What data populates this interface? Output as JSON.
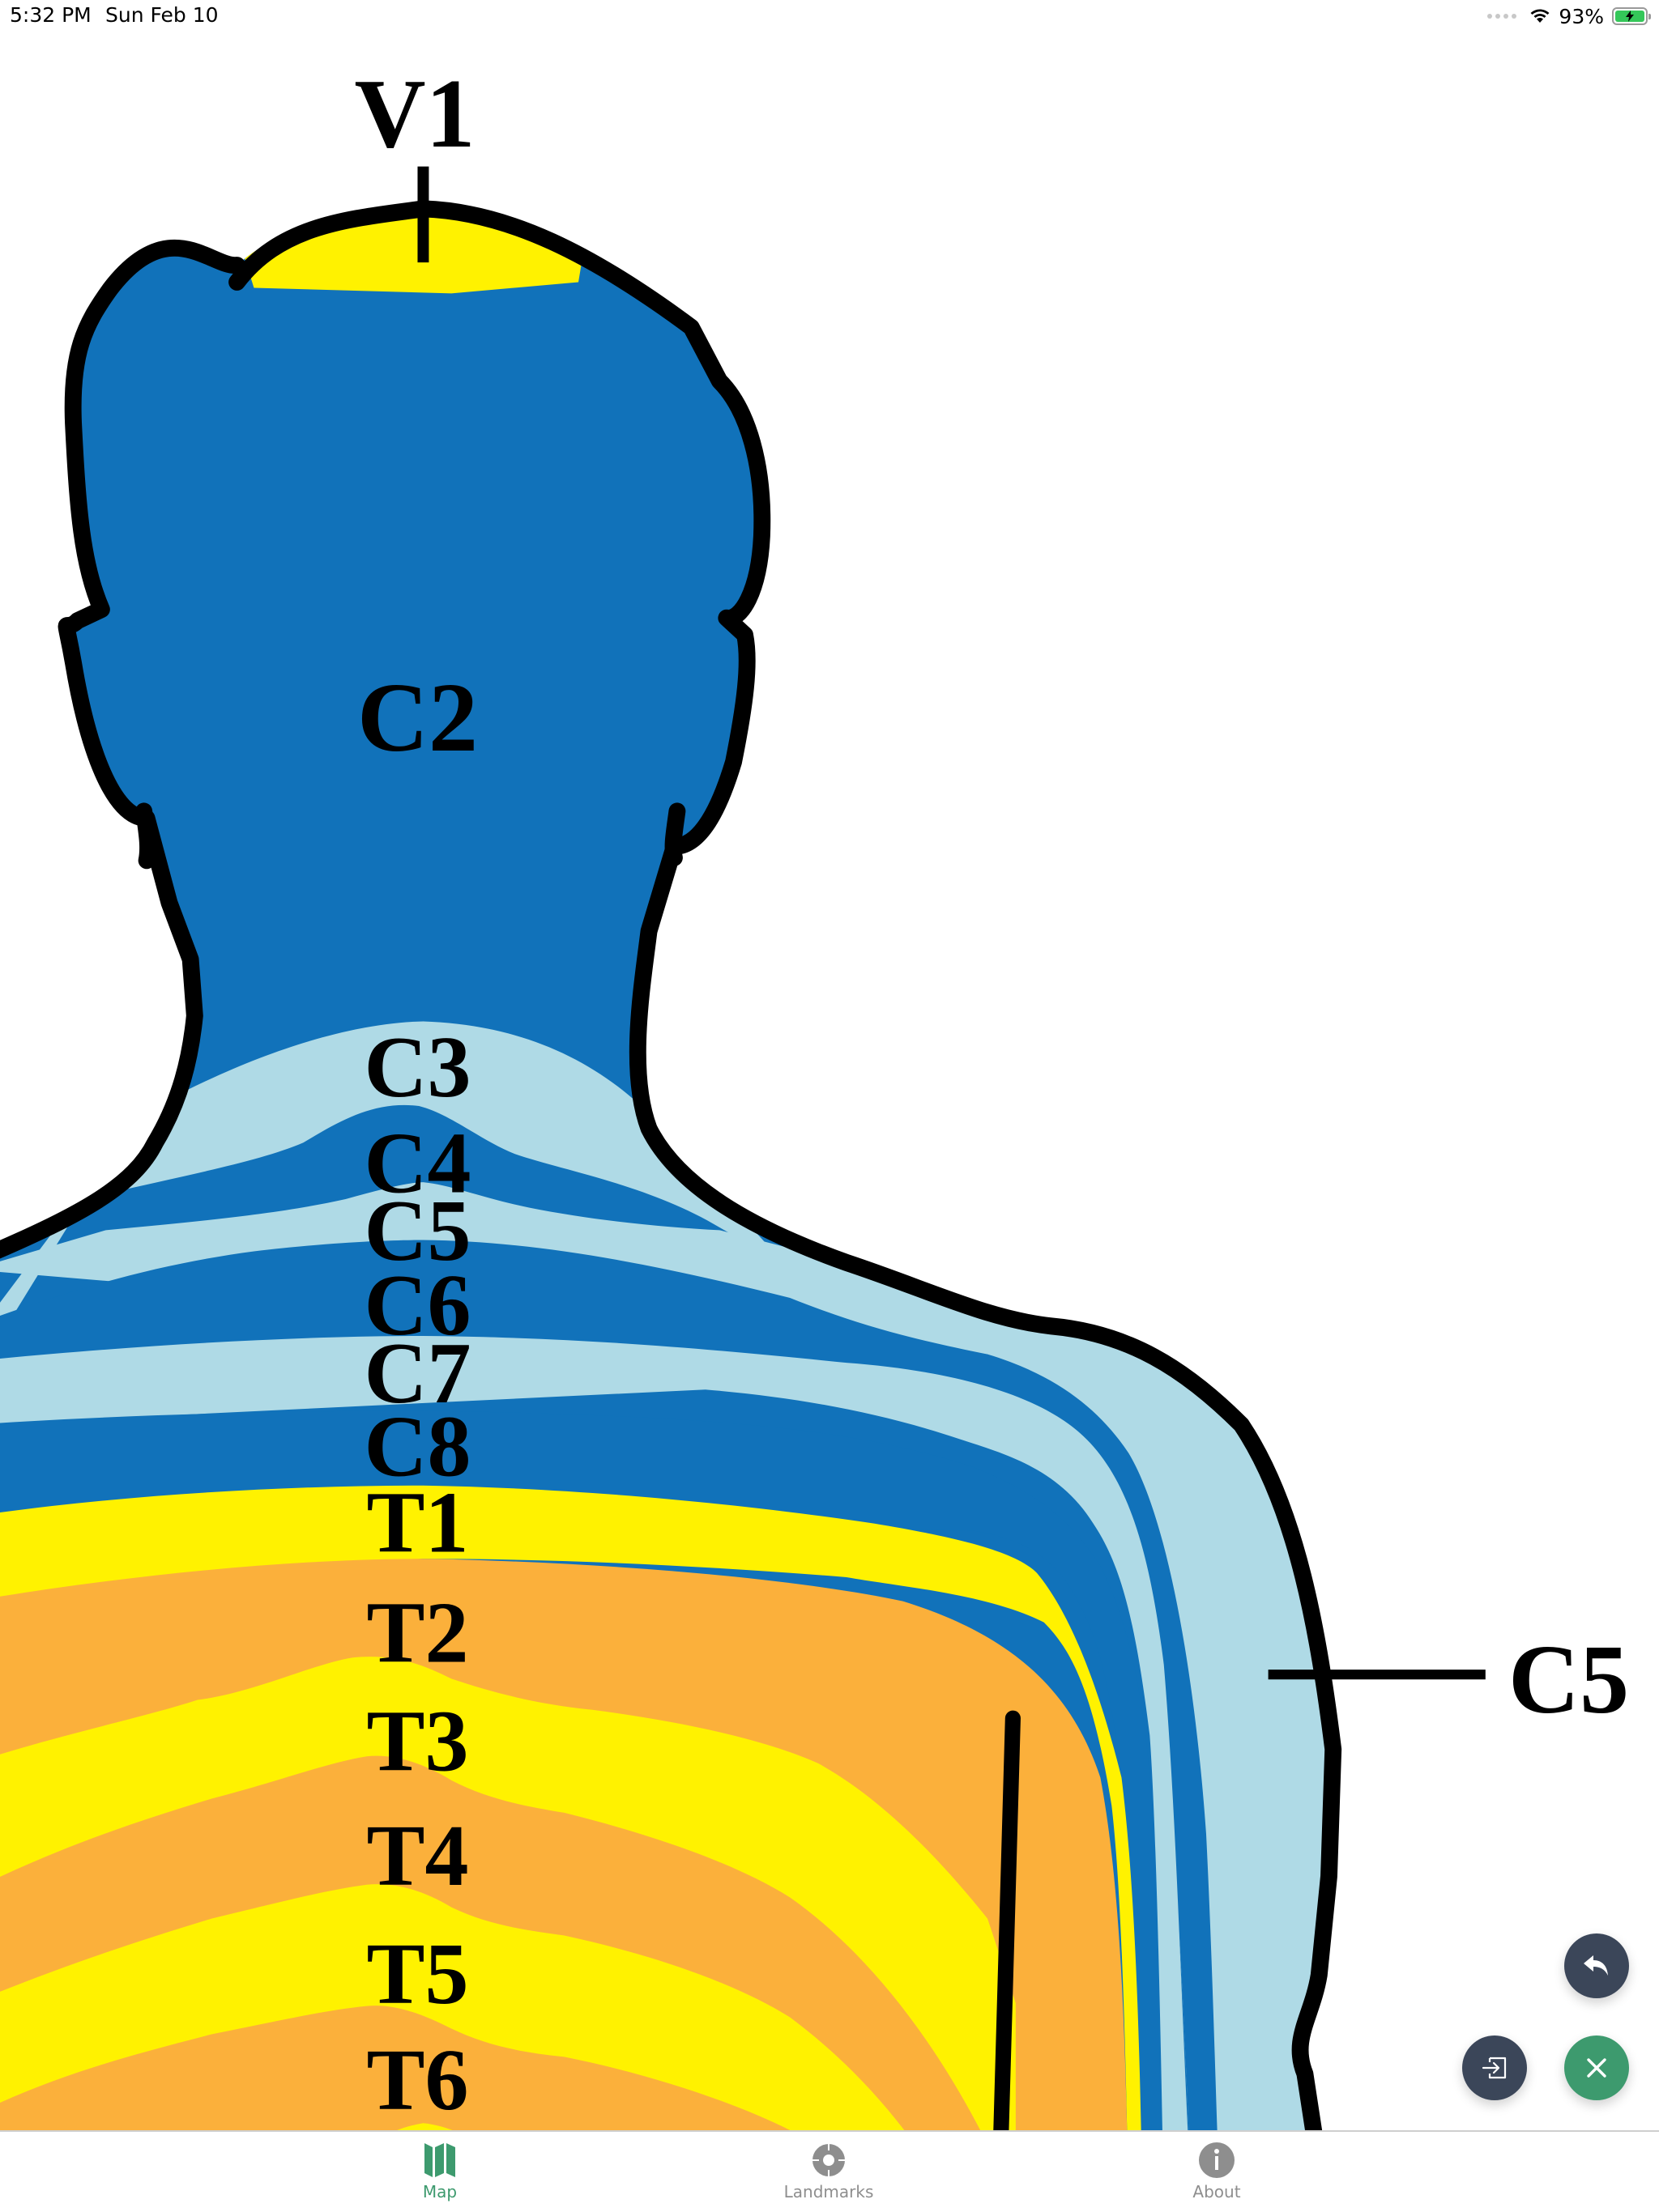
{
  "status_bar": {
    "time": "5:32 PM",
    "date": "Sun Feb 10",
    "battery_percent": "93%",
    "wifi": "wifi-icon",
    "charging": true
  },
  "colors": {
    "dark_blue": "#1172BA",
    "light_blue": "#AFDAE6",
    "yellow": "#FFF200",
    "orange": "#FBB03B",
    "outline": "#000000",
    "fab_dark": "#3B4659",
    "fab_green": "#3D9A6E",
    "tab_active": "#3D9A6E",
    "tab_inactive": "#8E8E8E"
  },
  "map": {
    "view": "posterior head, neck and upper back dermatome map",
    "labels": {
      "v1": "V1",
      "c2": "C2",
      "c3": "C3",
      "c4": "C4",
      "c5": "C5",
      "c6": "C6",
      "c7": "C7",
      "c8": "C8",
      "t1": "T1",
      "t2": "T2",
      "t3": "T3",
      "t4": "T4",
      "t5": "T5",
      "t6": "T6",
      "callout_c5": "C5"
    }
  },
  "fabs": {
    "undo": "undo-icon",
    "import": "import-icon",
    "close": "close-icon"
  },
  "tab_bar": {
    "tabs": [
      {
        "label": "Map",
        "icon": "map-icon",
        "active": true
      },
      {
        "label": "Landmarks",
        "icon": "landmark-target-icon",
        "active": false
      },
      {
        "label": "About",
        "icon": "info-icon",
        "active": false
      }
    ]
  }
}
